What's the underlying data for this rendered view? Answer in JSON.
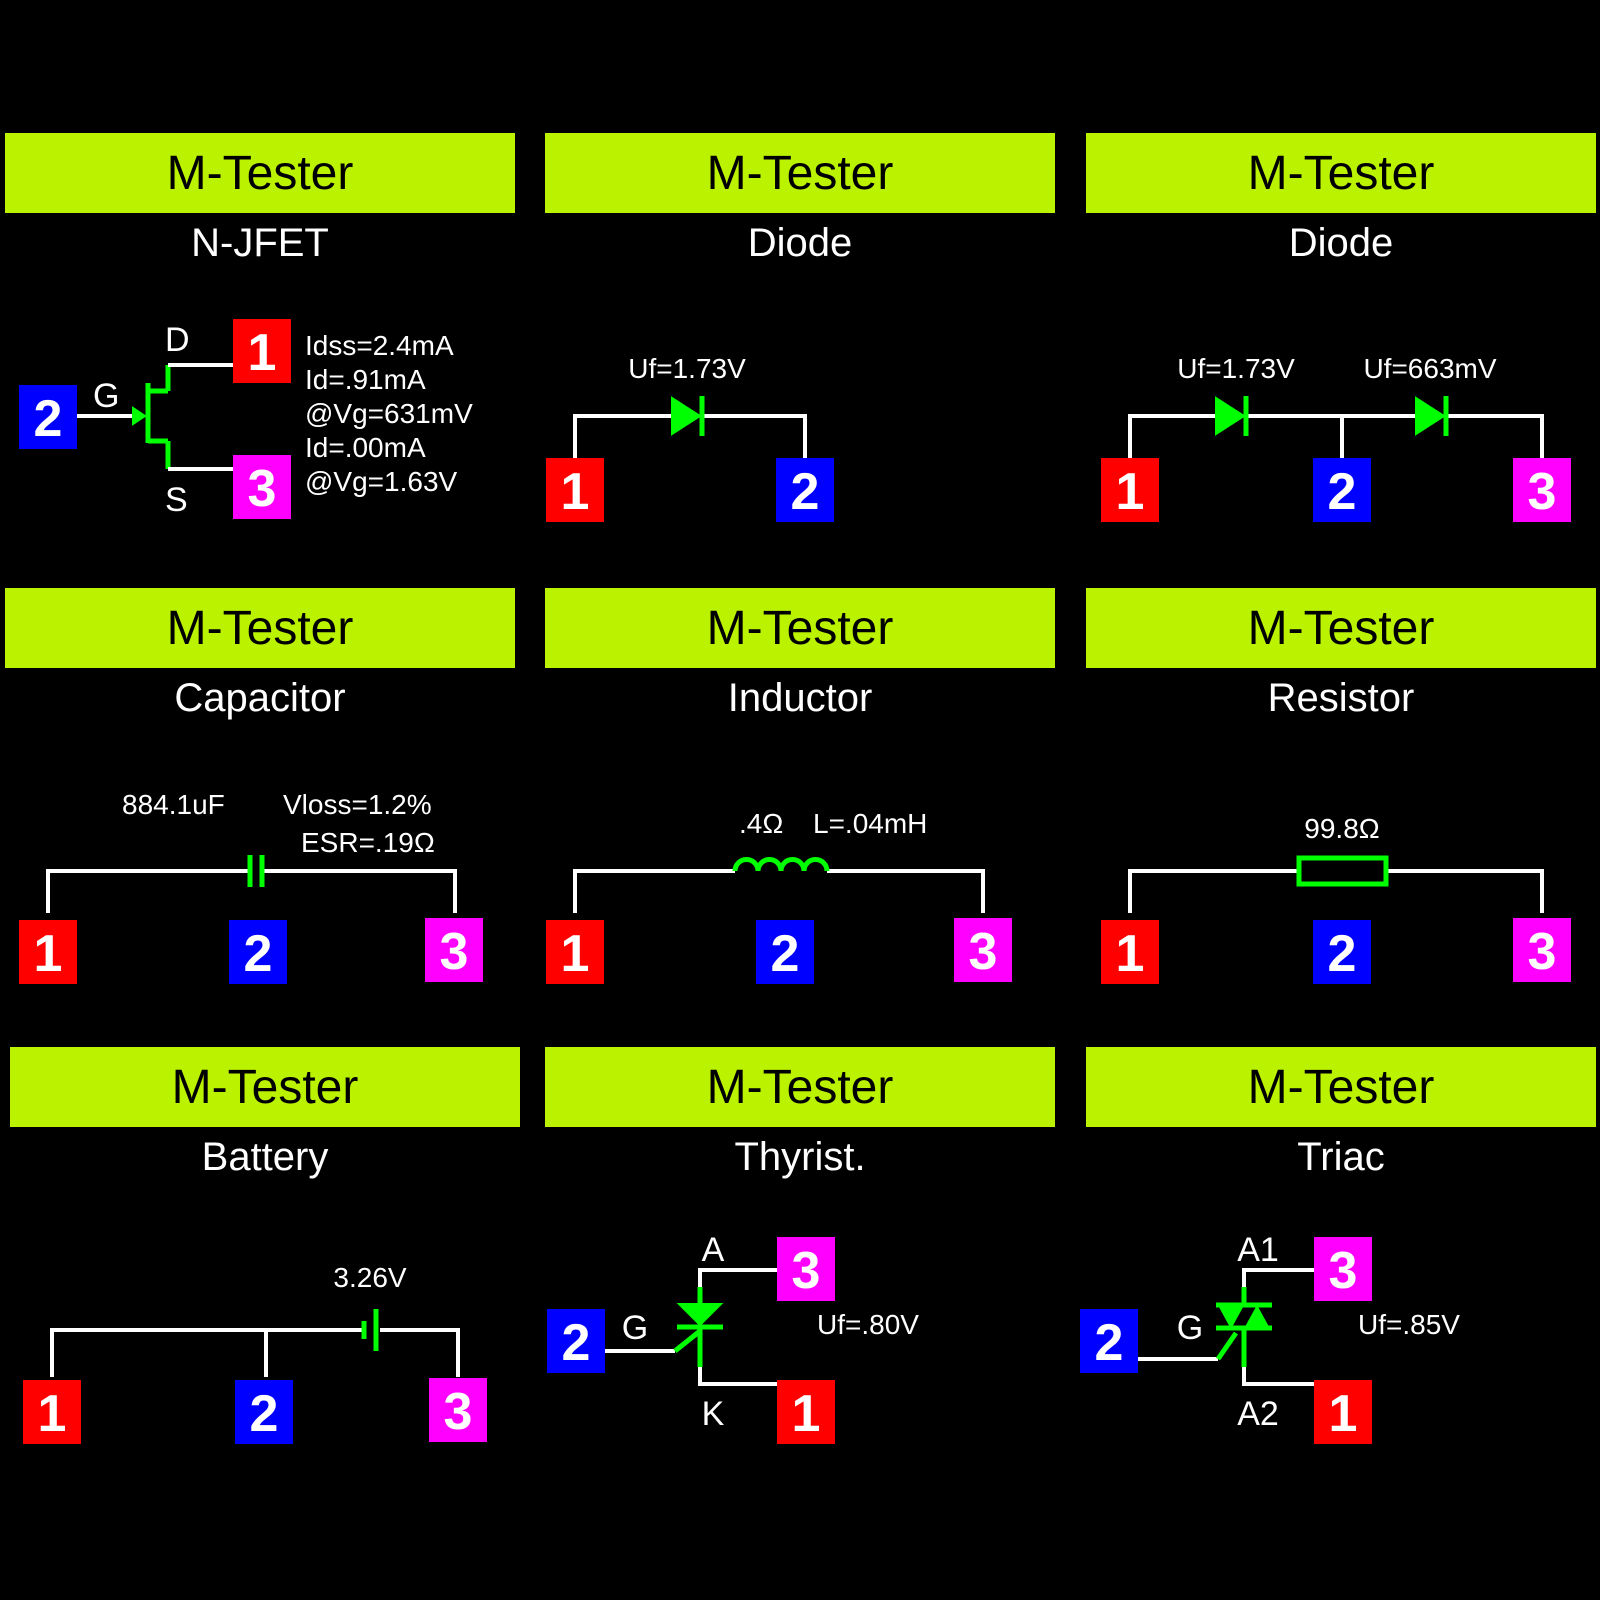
{
  "colors": {
    "background": "#000000",
    "header_bg": "#baf200",
    "component": "#00ff00",
    "wire": "#ffffff",
    "pin1": "#ff0000",
    "pin2": "#0000ff",
    "pin3": "#ff00ff"
  },
  "pins": {
    "p1": "1",
    "p2": "2",
    "p3": "3"
  },
  "panels": [
    {
      "header": "M-Tester",
      "component": "N-JFET",
      "terminals": {
        "d": "D",
        "g": "G",
        "s": "S"
      },
      "values": [
        "Idss=2.4mA",
        "Id=.91mA",
        "@Vg=631mV",
        "Id=.00mA",
        "@Vg=1.63V"
      ]
    },
    {
      "header": "M-Tester",
      "component": "Diode",
      "values": [
        "Uf=1.73V"
      ]
    },
    {
      "header": "M-Tester",
      "component": "Diode",
      "values": [
        "Uf=1.73V",
        "Uf=663mV"
      ]
    },
    {
      "header": "M-Tester",
      "component": "Capacitor",
      "values": [
        "884.1uF",
        "Vloss=1.2%",
        "ESR=.19Ω"
      ]
    },
    {
      "header": "M-Tester",
      "component": "Inductor",
      "values": [
        ".4Ω",
        "L=.04mH"
      ]
    },
    {
      "header": "M-Tester",
      "component": "Resistor",
      "values": [
        "99.8Ω"
      ]
    },
    {
      "header": "M-Tester",
      "component": "Battery",
      "values": [
        "3.26V"
      ]
    },
    {
      "header": "M-Tester",
      "component": "Thyrist.",
      "terminals": {
        "a": "A",
        "g": "G",
        "k": "K"
      },
      "values": [
        "Uf=.80V"
      ]
    },
    {
      "header": "M-Tester",
      "component": "Triac",
      "terminals": {
        "a1": "A1",
        "g": "G",
        "a2": "A2"
      },
      "values": [
        "Uf=.85V"
      ]
    }
  ]
}
